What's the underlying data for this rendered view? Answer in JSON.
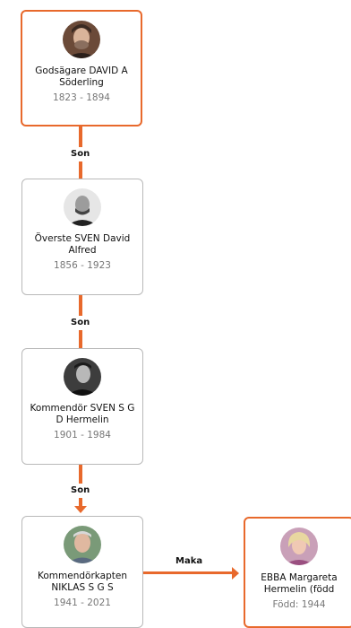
{
  "persons": [
    {
      "name": "Godsägare DAVID A Söderling",
      "years": "1823 - 1894"
    },
    {
      "name": "Överste SVEN David Alfred",
      "years": "1856 - 1923"
    },
    {
      "name": "Kommendör SVEN S G D Hermelin",
      "years": "1901 - 1984"
    },
    {
      "name": "Kommendörkapten NIKLAS S G S",
      "years": "1941 - 2021"
    },
    {
      "name": "EBBA Margareta Hermelin (född",
      "years": "Född: 1944"
    }
  ],
  "relations": [
    {
      "label": "Son"
    },
    {
      "label": "Son"
    },
    {
      "label": "Son"
    },
    {
      "label": "Maka"
    }
  ],
  "colors": {
    "accent": "#e8692c",
    "border": "#b9b9b9"
  }
}
